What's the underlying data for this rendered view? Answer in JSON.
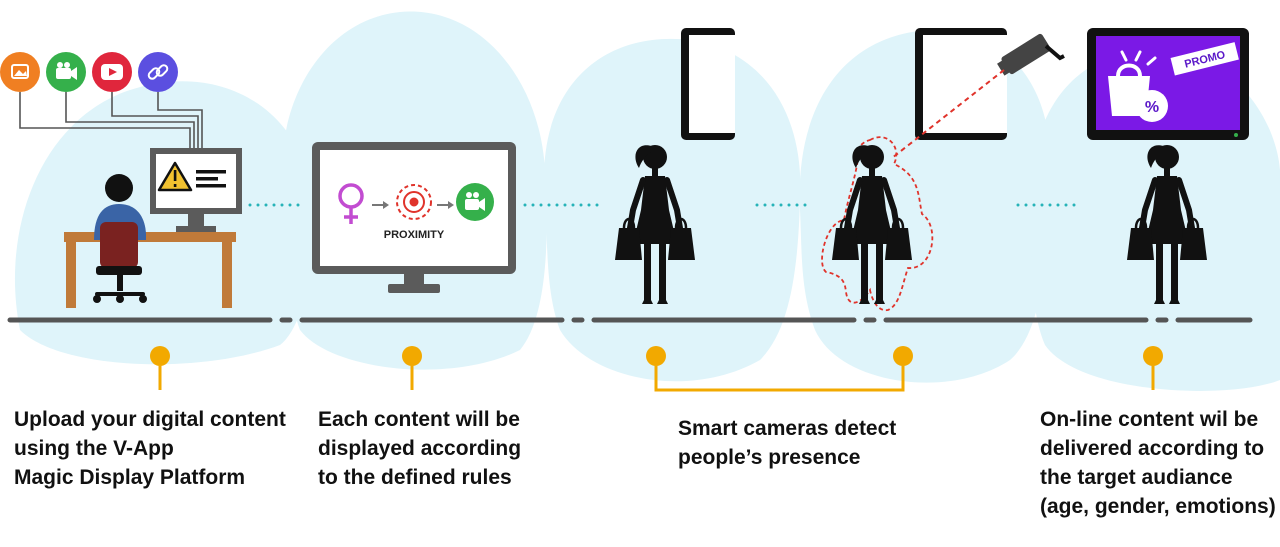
{
  "colors": {
    "blob": "#dff4fa",
    "accent": "#f2a900",
    "dark": "#111111",
    "line": "#555555",
    "dots": "#26b3b8",
    "monitor_frame": "#5b5b5b",
    "promo_screen": "#7b19e6",
    "detect": "#e0332b"
  },
  "icons": [
    "image-icon",
    "video-camera-icon",
    "youtube-icon",
    "link-icon"
  ],
  "rule_icons": [
    "female-symbol-icon",
    "proximity-target-icon",
    "video-camera-icon"
  ],
  "proximity_label": "PROXIMITY",
  "promo_label": "PROMO",
  "percent_label": "%",
  "steps": [
    {
      "lines": [
        "Upload your digital content",
        "using the V-App",
        "Magic Display Platform"
      ]
    },
    {
      "lines": [
        "Each content will be",
        "displayed according",
        "to the defined rules"
      ]
    },
    {
      "lines": [
        "Smart cameras detect",
        "people’s presence"
      ]
    },
    {
      "lines": [
        "On-line content wil be",
        "delivered according to",
        "the target audiance",
        "(age, gender, emotions)"
      ]
    }
  ]
}
